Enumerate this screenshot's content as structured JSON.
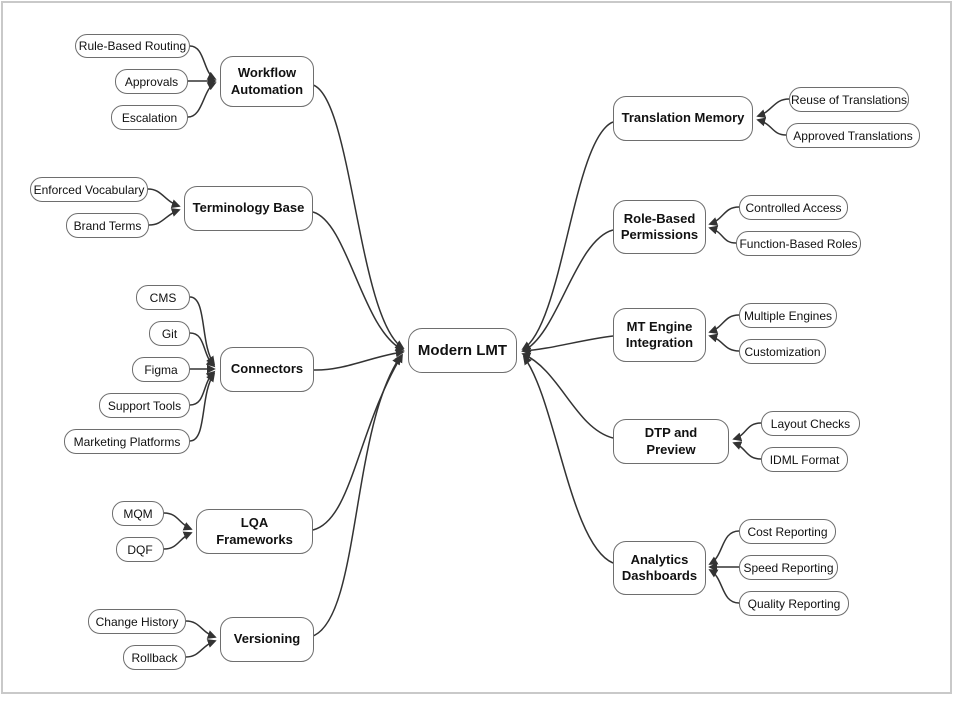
{
  "diagram": {
    "title": "Modern LMT mind map",
    "root": {
      "id": "center",
      "label": "Modern LMT"
    },
    "branches": [
      {
        "id": "workflow",
        "label": "Workflow Automation",
        "side": "left",
        "children": [
          {
            "id": "rbr",
            "label": "Rule-Based Routing"
          },
          {
            "id": "approvals",
            "label": "Approvals"
          },
          {
            "id": "escalation",
            "label": "Escalation"
          }
        ]
      },
      {
        "id": "terminology",
        "label": "Terminology Base",
        "side": "left",
        "children": [
          {
            "id": "ev",
            "label": "Enforced Vocabulary"
          },
          {
            "id": "bt",
            "label": "Brand Terms"
          }
        ]
      },
      {
        "id": "connectors",
        "label": "Connectors",
        "side": "left",
        "children": [
          {
            "id": "cms",
            "label": "CMS"
          },
          {
            "id": "git",
            "label": "Git"
          },
          {
            "id": "figma",
            "label": "Figma"
          },
          {
            "id": "st",
            "label": "Support Tools"
          },
          {
            "id": "mp",
            "label": "Marketing Platforms"
          }
        ]
      },
      {
        "id": "lqa",
        "label": "LQA Frameworks",
        "side": "left",
        "children": [
          {
            "id": "mqm",
            "label": "MQM"
          },
          {
            "id": "dqf",
            "label": "DQF"
          }
        ]
      },
      {
        "id": "versioning",
        "label": "Versioning",
        "side": "left",
        "children": [
          {
            "id": "ch",
            "label": "Change History"
          },
          {
            "id": "rb",
            "label": "Rollback"
          }
        ]
      },
      {
        "id": "tm",
        "label": "Translation Memory",
        "side": "right",
        "children": [
          {
            "id": "reuse",
            "label": "Reuse of Translations"
          },
          {
            "id": "approved",
            "label": "Approved Translations"
          }
        ]
      },
      {
        "id": "rbp",
        "label": "Role-Based Permissions",
        "side": "right",
        "children": [
          {
            "id": "ca",
            "label": "Controlled Access"
          },
          {
            "id": "fbr",
            "label": "Function-Based Roles"
          }
        ]
      },
      {
        "id": "mtei",
        "label": "MT Engine Integration",
        "side": "right",
        "children": [
          {
            "id": "me",
            "label": "Multiple Engines"
          },
          {
            "id": "cust",
            "label": "Customization"
          }
        ]
      },
      {
        "id": "dtp",
        "label": "DTP and Preview",
        "side": "right",
        "children": [
          {
            "id": "lc",
            "label": "Layout Checks"
          },
          {
            "id": "idml",
            "label": "IDML Format"
          }
        ]
      },
      {
        "id": "ad",
        "label": "Analytics Dashboards",
        "side": "right",
        "children": [
          {
            "id": "cost",
            "label": "Cost Reporting"
          },
          {
            "id": "speed",
            "label": "Speed Reporting"
          },
          {
            "id": "quality",
            "label": "Quality Reporting"
          }
        ]
      }
    ]
  },
  "colors": {
    "node_border": "#6e6e6e",
    "edge": "#333333",
    "text": "#111111",
    "background": "#ffffff",
    "frame_border": "#c9c9c9"
  }
}
